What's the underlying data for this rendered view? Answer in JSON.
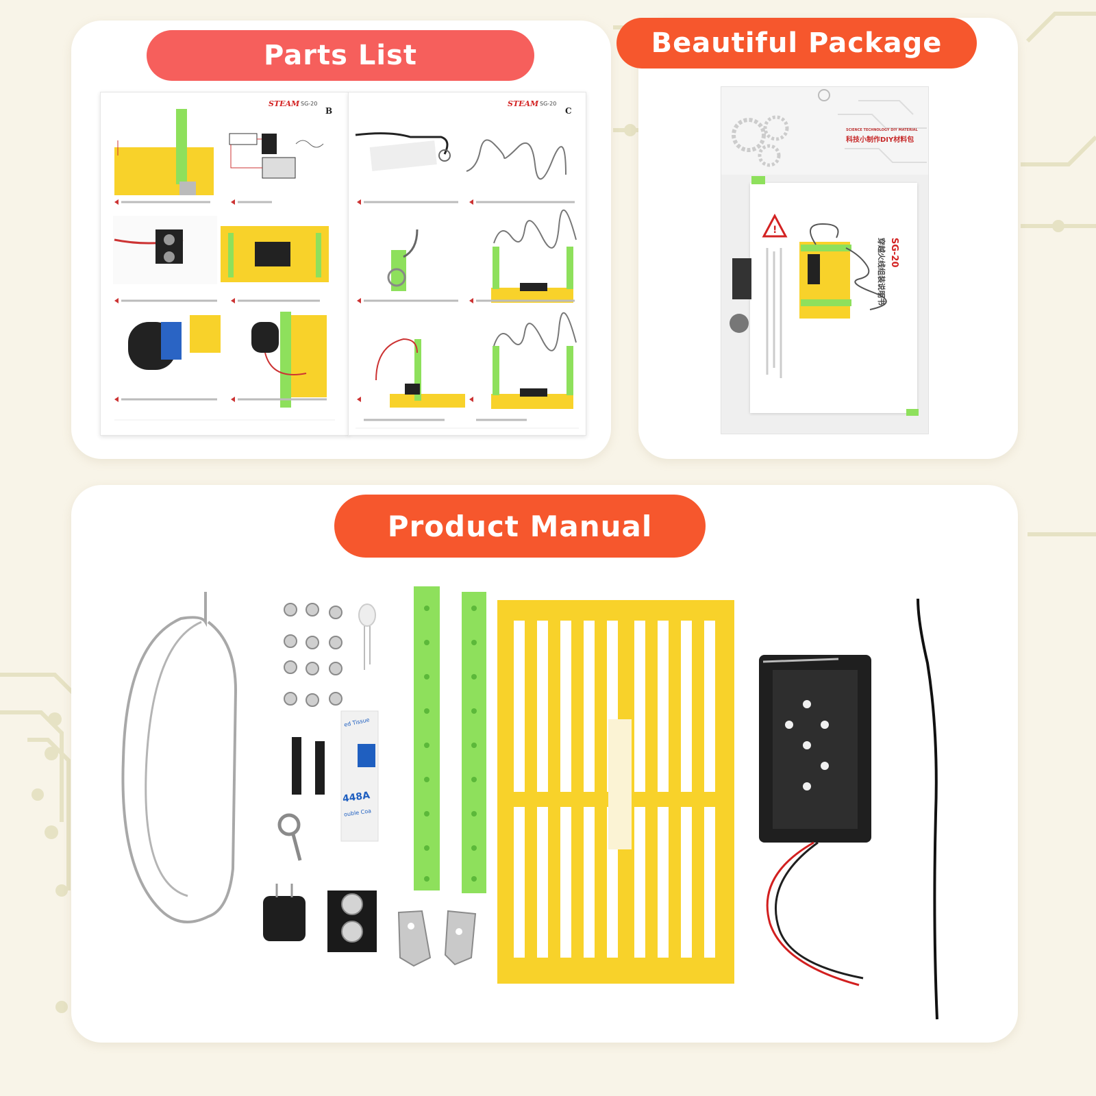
{
  "sections": {
    "parts_list": {
      "label": "Parts List"
    },
    "beautiful_package": {
      "label": "Beautiful Package"
    },
    "product_manual": {
      "label": "Product Manual"
    }
  },
  "manual_pages": [
    {
      "brand": "STEAM",
      "model": "SG-20",
      "page_letter": "B"
    },
    {
      "brand": "STEAM",
      "model": "SG-20",
      "page_letter": "C"
    }
  ],
  "package": {
    "tagline": "SCIENCE TECHNOLOGY DIY MATERIAL",
    "logo_text": "科技小制作DIY材料包",
    "model_code": "SG-20",
    "title_cn": "穿越火线组装说明书"
  },
  "parts_text": {
    "tape_line1": "ed Tissue",
    "tape_code": "448A",
    "tape_line2": "ouble Coa"
  },
  "colors": {
    "pill_pink": "#f65f5c",
    "pill_orange": "#f6572d",
    "background": "#f8f4e8",
    "board_yellow": "#f8d22a",
    "bar_green": "#8ee05c"
  }
}
